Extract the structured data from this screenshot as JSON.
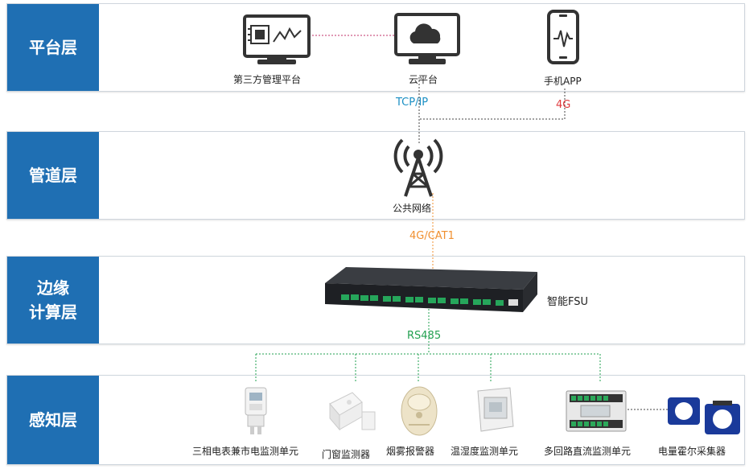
{
  "layers": [
    {
      "label": "平台层"
    },
    {
      "label": "管道层"
    },
    {
      "label": "边缘\n计算层"
    },
    {
      "label": "感知层"
    }
  ],
  "platform": {
    "third_party": "第三方管理平台",
    "cloud": "云平台",
    "mobile": "手机APP"
  },
  "pipeline": {
    "network": "公共网络"
  },
  "edge": {
    "fsu": "智能FSU"
  },
  "connections": {
    "tcp": "TCP/IP",
    "fourg": "4G",
    "cat1": "4G/CAT1",
    "rs485": "RS485"
  },
  "sensors": [
    {
      "label": "三相电表兼市电监测单元"
    },
    {
      "label": "门窗监测器"
    },
    {
      "label": "烟雾报警器"
    },
    {
      "label": "温湿度监测单元"
    },
    {
      "label": "多回路直流监测单元"
    },
    {
      "label": "电量霍尔采集器"
    }
  ],
  "colors": {
    "accent": "#1f6fb3",
    "tcp": "#1a8fc4",
    "fourg": "#e0383c",
    "cat1": "#f09030",
    "rs485": "#22a050",
    "platform_link": "#c0306a"
  }
}
